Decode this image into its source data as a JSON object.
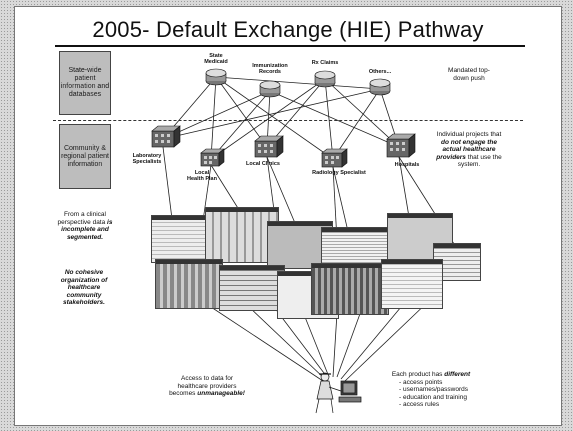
{
  "slide": {
    "title": "2005- Default Exchange (HIE) Pathway",
    "left_boxes": {
      "statewide": "State-wide patient information and databases",
      "community": "Community & regional patient information"
    },
    "state_nodes": [
      "State Medicaid",
      "Immunization Records",
      "Rx Claims",
      "Others..."
    ],
    "community_nodes": [
      "Laboratory Specialists",
      "Local Health Plan",
      "Local Clinics",
      "Radiology Specialist",
      "Hospitals"
    ],
    "right_notes": {
      "mandated": "Mandated top-down push",
      "individual_prefix": "Individual projects that ",
      "individual_em1": "do not engage the actual healthcare providers",
      "individual_suffix": " that use the system."
    },
    "left_notes": {
      "clinical_prefix": "From a clinical perspective data ",
      "clinical_em": "is incomplete and segmented.",
      "cohesive_em": "No cohesive organization of healthcare community stakeholders."
    },
    "bottom_notes": {
      "access_prefix": "Access to data for healthcare providers becomes ",
      "access_em": "unmanageable!",
      "product_prefix": "Each product has ",
      "product_em": "different",
      "product_items": [
        "- access points",
        "- usernames/passwords",
        "- education and training",
        "- access rules"
      ]
    }
  }
}
